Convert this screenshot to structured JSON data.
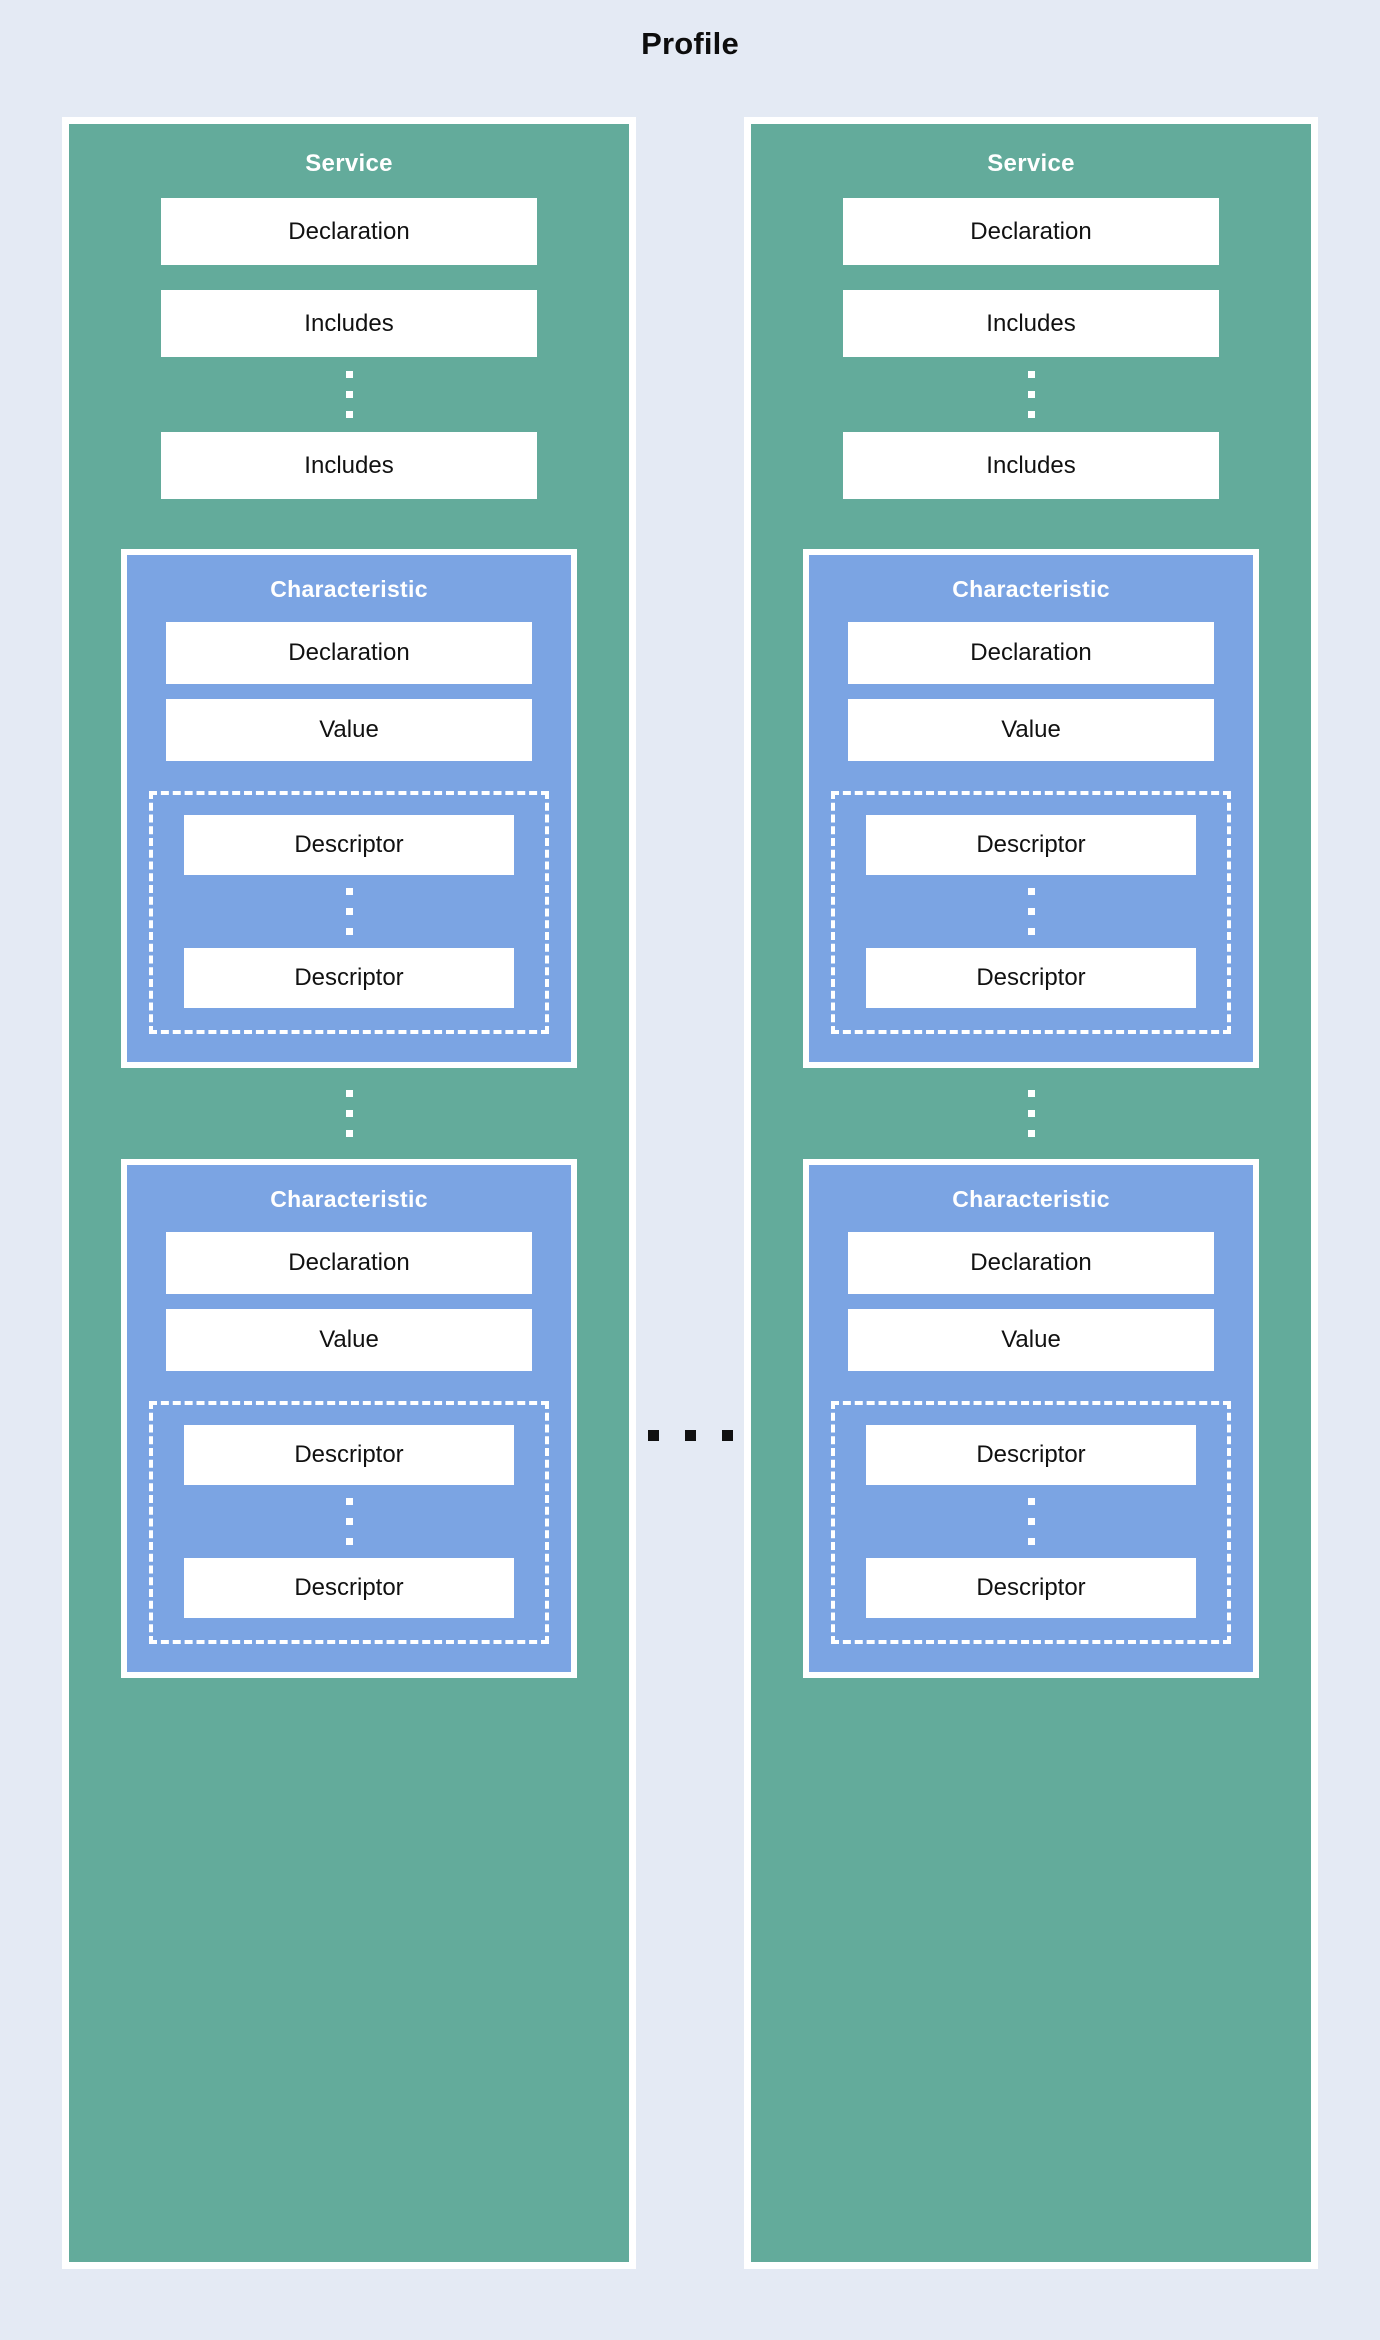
{
  "diagram": {
    "title": "Profile",
    "colors": {
      "background": "#e4eaf4",
      "service_fill": "#63ab9b",
      "characteristic_fill": "#7ba4e3",
      "leaf_fill": "#ffffff",
      "border": "#ffffff",
      "text_dark": "#111111",
      "text_light": "#ffffff"
    },
    "between_columns_ellipsis": "...",
    "services": [
      {
        "title": "Service",
        "items": [
          {
            "label": "Declaration"
          },
          {
            "label": "Includes"
          }
        ],
        "ellipsis_after_includes": "⋮",
        "last_item": {
          "label": "Includes"
        },
        "characteristics": [
          {
            "title": "Characteristic",
            "items": [
              {
                "label": "Declaration"
              },
              {
                "label": "Value"
              }
            ],
            "descriptors": {
              "first": {
                "label": "Descriptor"
              },
              "ellipsis": "⋮",
              "last": {
                "label": "Descriptor"
              }
            }
          },
          {
            "title": "Characteristic",
            "items": [
              {
                "label": "Declaration"
              },
              {
                "label": "Value"
              }
            ],
            "descriptors": {
              "first": {
                "label": "Descriptor"
              },
              "ellipsis": "⋮",
              "last": {
                "label": "Descriptor"
              }
            }
          }
        ],
        "ellipsis_between_characteristics": "⋮"
      },
      {
        "title": "Service",
        "items": [
          {
            "label": "Declaration"
          },
          {
            "label": "Includes"
          }
        ],
        "ellipsis_after_includes": "⋮",
        "last_item": {
          "label": "Includes"
        },
        "characteristics": [
          {
            "title": "Characteristic",
            "items": [
              {
                "label": "Declaration"
              },
              {
                "label": "Value"
              }
            ],
            "descriptors": {
              "first": {
                "label": "Descriptor"
              },
              "ellipsis": "⋮",
              "last": {
                "label": "Descriptor"
              }
            }
          },
          {
            "title": "Characteristic",
            "items": [
              {
                "label": "Declaration"
              },
              {
                "label": "Value"
              }
            ],
            "descriptors": {
              "first": {
                "label": "Descriptor"
              },
              "ellipsis": "⋮",
              "last": {
                "label": "Descriptor"
              }
            }
          }
        ],
        "ellipsis_between_characteristics": "⋮"
      }
    ]
  }
}
